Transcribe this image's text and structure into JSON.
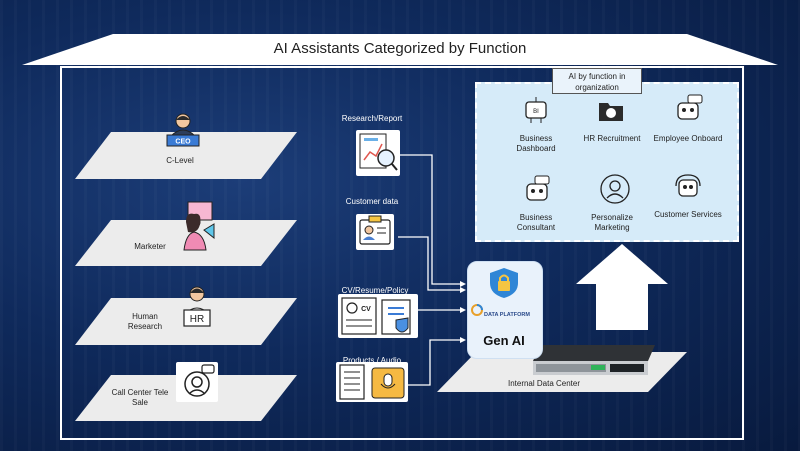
{
  "title": "AI Assistants Categorized by Function",
  "function_panel": {
    "header": "AI by function in organization",
    "items": [
      {
        "label": "Business Dashboard",
        "icon": "dashboard-robot-icon"
      },
      {
        "label": "HR Recruitment",
        "icon": "folder-recruitment-icon"
      },
      {
        "label": "Employee Onboard",
        "icon": "robot-chat-icon"
      },
      {
        "label": "Business Consultant",
        "icon": "robot-chat-icon"
      },
      {
        "label": "Personalize Marketing",
        "icon": "target-person-icon"
      },
      {
        "label": "Customer Services",
        "icon": "robot-headset-icon"
      }
    ]
  },
  "roles": [
    {
      "label": "C-Level",
      "icon": "ceo-icon",
      "badge": "CEO"
    },
    {
      "label": "Marketer",
      "icon": "marketer-icon"
    },
    {
      "label": "Human Research",
      "icon": "hr-icon",
      "badge": "HR"
    },
    {
      "label": "Call Center Tele Sale",
      "icon": "call-center-icon"
    }
  ],
  "data_sources": [
    {
      "label": "Research/Report",
      "icon": "report-icon"
    },
    {
      "label": "Customer data",
      "icon": "customer-card-icon"
    },
    {
      "label": "CV/Resume/Policy",
      "icon": "cv-policy-icon",
      "badge": "CV"
    },
    {
      "label": "Products / Audio",
      "icon": "products-audio-icon"
    }
  ],
  "genai": {
    "title": "Gen AI",
    "platform": "DATA PLATFORM"
  },
  "datacenter": {
    "label": "Internal Data Center"
  },
  "colors": {
    "background": "#0d2350",
    "panel": "#d6ebf9",
    "frame": "#ffffff",
    "arrow": "#ffffff"
  }
}
